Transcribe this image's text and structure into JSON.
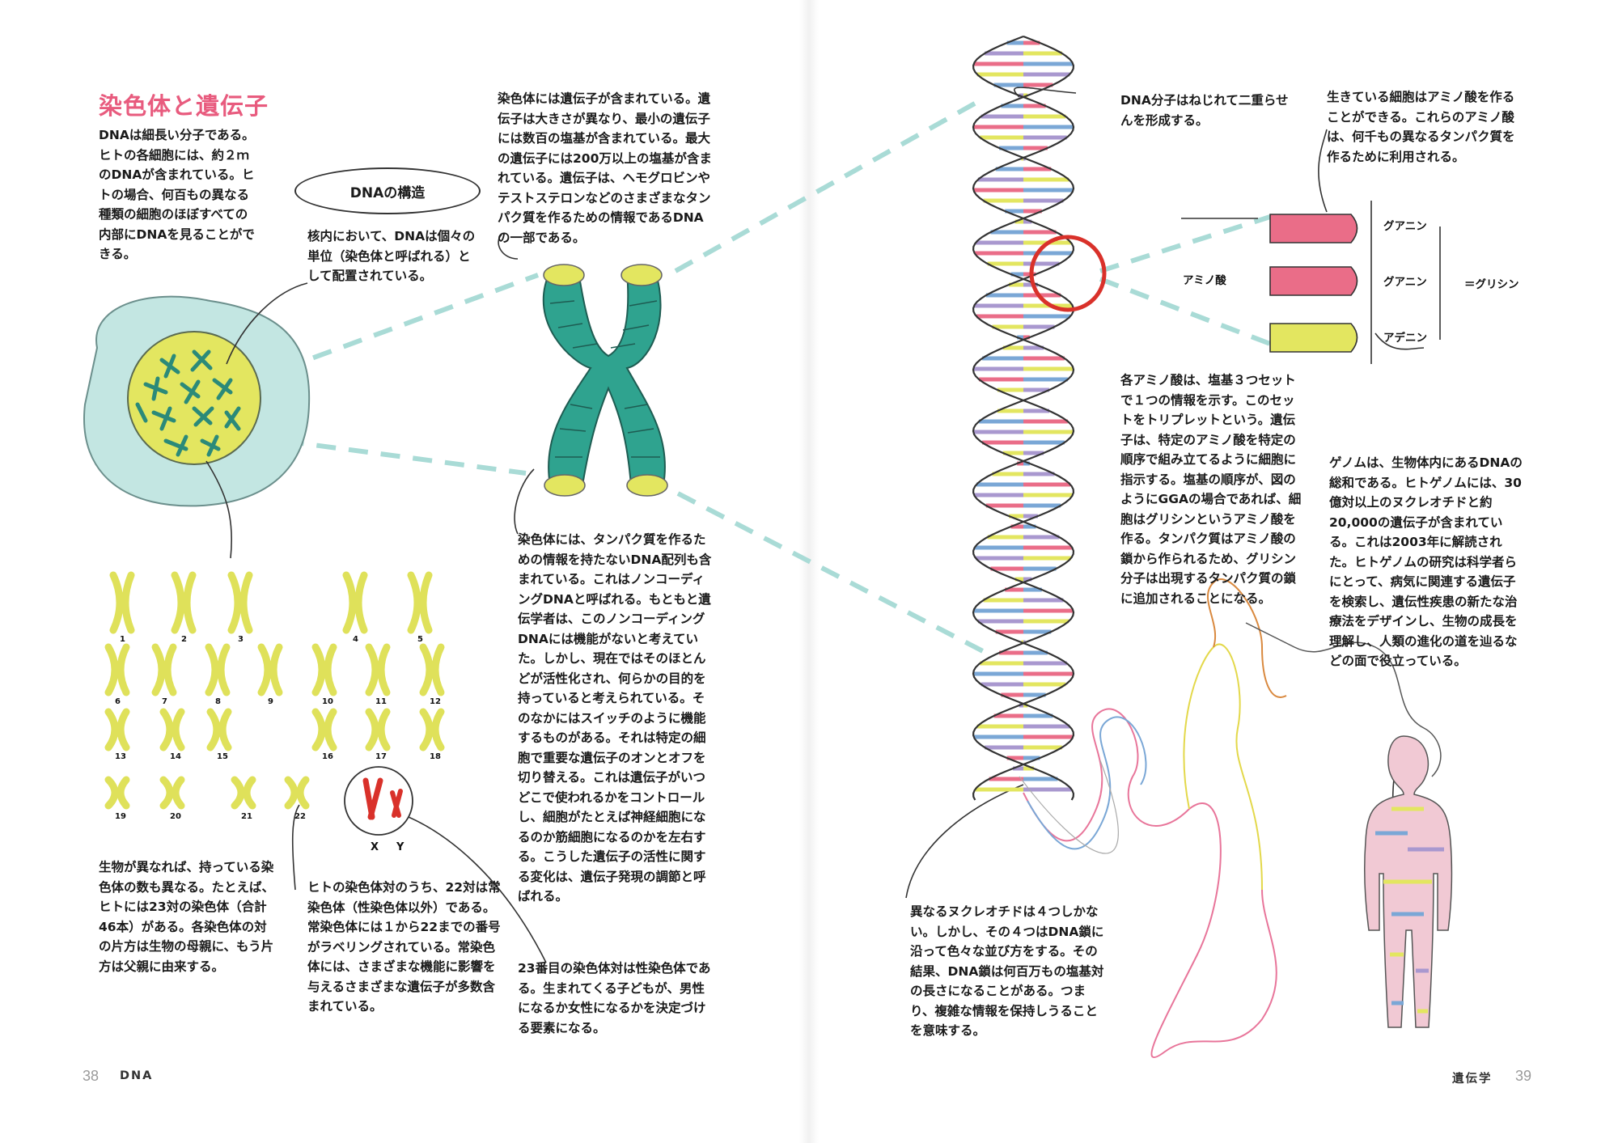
{
  "heading": "染色体と遺伝子",
  "dna_structure_label": "DNAの構造",
  "intro": "DNAは細長い分子である。ヒトの各細胞には、約２ｍのDNAが含まれている。ヒトの場合、何百もの異なる種類の細胞のほぼすべての内部にDNAを見ることができる。",
  "nucleus_caption_pre": "核内において、DNAは個々の単位（",
  "nucleus_caption_bold": "染色体",
  "nucleus_caption_post": "と呼ばれる）として配置されている。",
  "genes_pre": "染色体には",
  "genes_bold": "遺伝子",
  "genes_post": "が含まれている。遺伝子は大きさが異なり、最小の遺伝子には数百の塩基が含まれている。最大の遺伝子には200万以上の塩基が含まれている。遺伝子は、ヘモグロビンやテストステロンなどのさまざまなタンパク質を作るための情報であるDNAの一部である。",
  "noncoding_a": "染色体には、タンパク質を作るための情報を持たないDNA配列も含まれている。これは",
  "noncoding_bold1": "ノンコーディングDNA",
  "noncoding_b": "と呼ばれる。もともと遺伝学者は、このノンコーディングDNAには機能がないと考えていた。しかし、現在ではそのほとんどが活性化され、何らかの目的を持っていると考えられている。そのなかにはスイッチのように機能するものがある。それは特定の細胞で重要な遺伝子のオンとオフを切り替える。これは遺伝子がいつどこで使われるかをコントロールし、細胞がたとえば神経細胞になるのか筋細胞になるのかを左右する。こうした遺伝子の活性に関する変化は、",
  "noncoding_bold2": "遺伝子発現",
  "noncoding_c": "の調節と呼ばれる。",
  "species": "生物が異なれば、持っている染色体の数も異なる。たとえば、ヒトには23対の染色体（合計46本）がある。各染色体の対の片方は生物の母親に、もう片方は父親に由来する。",
  "autosome_a": "ヒトの染色体対のうち、22対は",
  "autosome_bold": "常染色体",
  "autosome_b": "（性染色体以外）である。常染色体には１から22までの番号がラベリングされている。常染色体には、さまざまな機能に影響を与えるさまざまな遺伝子が多数含まれている。",
  "sex_a": "23番目の染色体対は",
  "sex_bold": "性染色体",
  "sex_b": "である。生まれてくる子どもが、男性になるか女性になるかを決定づける要素になる。",
  "helix_caption": "DNA分子はねじれて二重らせんを形成する。",
  "amino_caption": "生きている細胞はアミノ酸を作ることができる。これらのアミノ酸は、何千もの異なるタンパク質を作るために利用される。",
  "triplet": "各アミノ酸は、塩基３つセットで１つの情報を示す。このセットをトリプレットという。遺伝子は、特定のアミノ酸を特定の順序で組み立てるように細胞に指示する。塩基の順序が、図のようにGGAの場合であれば、細胞はグリシンというアミノ酸を作る。タンパク質はアミノ酸の鎖から作られるため、グリシン分子は出現するタンパク質の鎖に追加されることになる。",
  "genome_bold": "ゲノム",
  "genome_text": "は、生物体内にあるDNAの総和である。ヒトゲノムには、30億対以上のヌクレオチドと約20,000の遺伝子が含まれている。これは2003年に解読された。ヒトゲノムの研究は科学者らにとって、病気に関連する遺伝子を検索し、遺伝性疾患の新たな治療法をデザインし、生物の成長を理解し、人類の進化の道を辿るなどの面で役立っている。",
  "nucleotide": "異なるヌクレオチドは４つしかない。しかし、その４つはDNA鎖に沿って色々な並び方をする。その結果、DNA鎖は何百万もの塩基対の長さになることがある。つまり、複雑な情報を保持しうることを意味する。",
  "amino_label": "アミノ酸",
  "bases": [
    "グアニン",
    "グアニン",
    "アデニン"
  ],
  "glycine": "＝グリシン",
  "chromosome_numbers": [
    "1",
    "2",
    "3",
    "4",
    "5",
    "6",
    "7",
    "8",
    "9",
    "10",
    "11",
    "12",
    "13",
    "14",
    "15",
    "16",
    "17",
    "18",
    "19",
    "20",
    "21",
    "22",
    "X",
    "Y"
  ],
  "footer_left_page": "38",
  "footer_left_title": "DNA",
  "footer_right_title": "遺伝学",
  "footer_right_page": "39",
  "colors": {
    "heading": "#e85b7e",
    "chromosome": "#dfe15a",
    "teal": "#2fa38f",
    "cell": "#bfe3e0",
    "red_accent": "#d9312a"
  }
}
